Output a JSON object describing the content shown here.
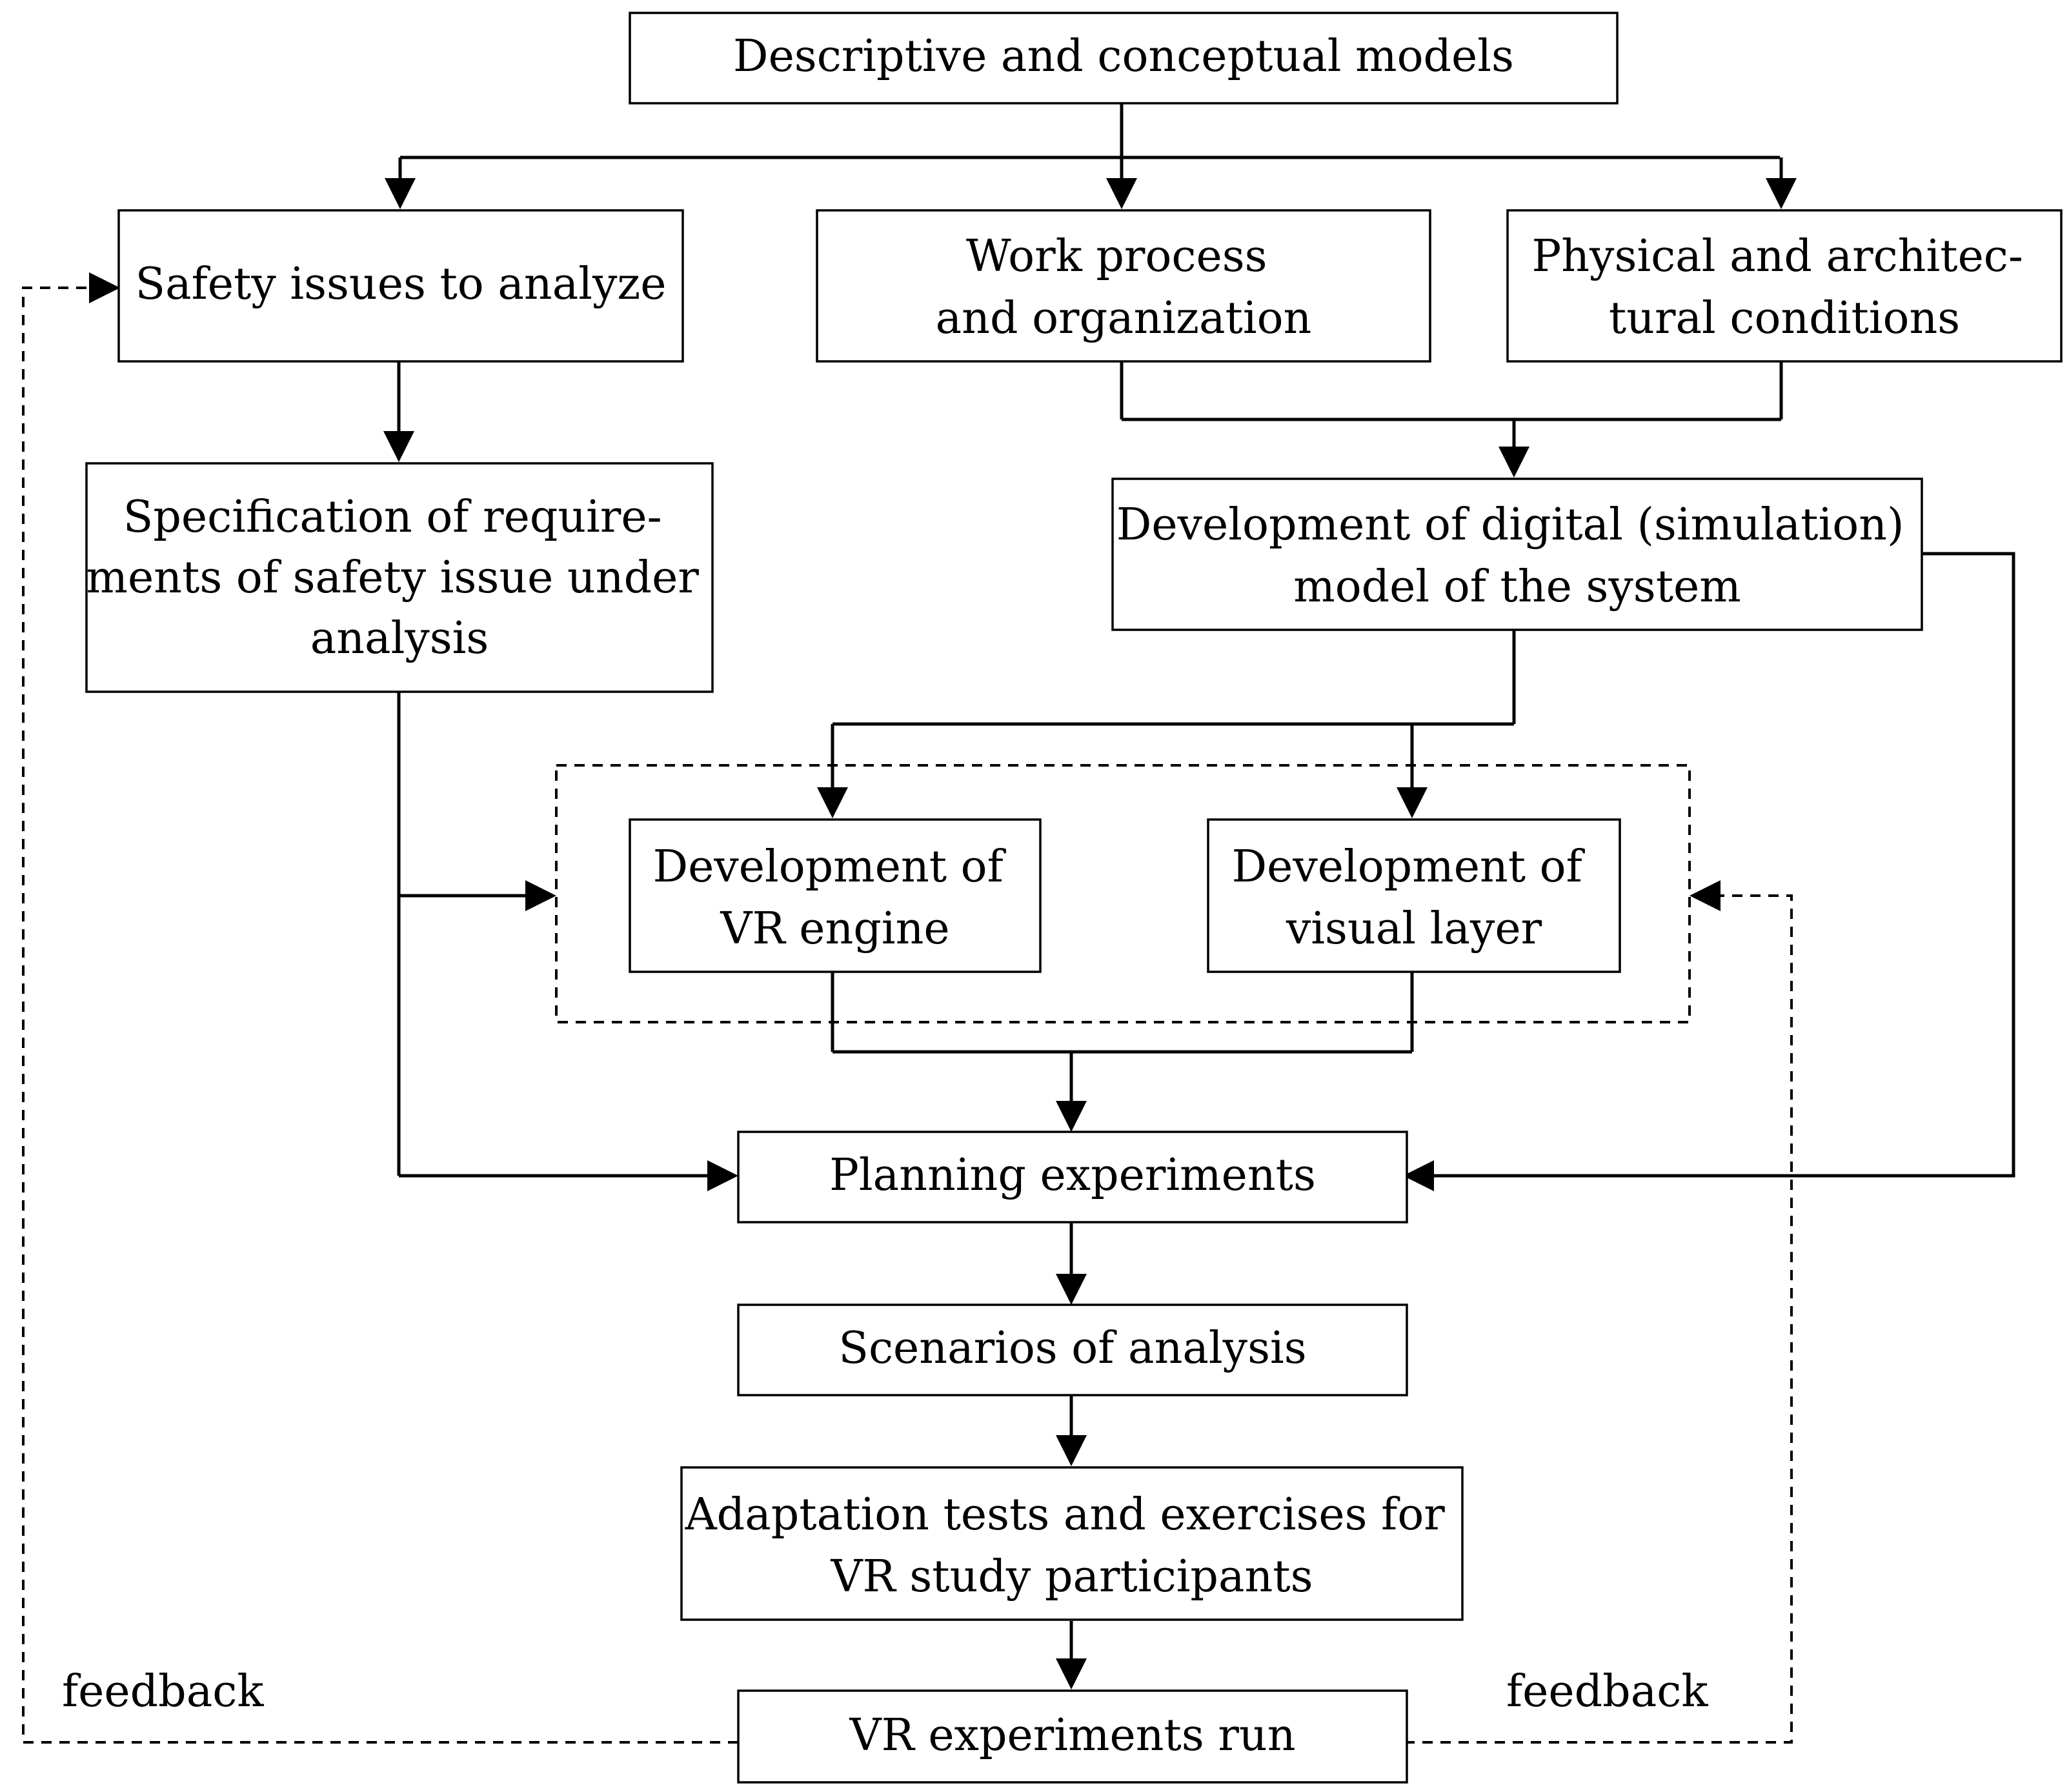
{
  "nodes": {
    "descriptive_models": {
      "lines": [
        "Descriptive and conceptual models"
      ]
    },
    "safety_issues": {
      "lines": [
        "Safety issues to analyze"
      ]
    },
    "work_process": {
      "lines": [
        "Work process",
        "and organization"
      ]
    },
    "physical_conditions": {
      "lines": [
        "Physical and architec-",
        "tural conditions"
      ]
    },
    "specification": {
      "lines": [
        "Specification of require-",
        "ments of safety issue under",
        "analysis"
      ]
    },
    "digital_model": {
      "lines": [
        "Development of digital (simulation)",
        "model of the system"
      ]
    },
    "vr_engine": {
      "lines": [
        "Development of",
        "VR engine"
      ]
    },
    "visual_layer": {
      "lines": [
        "Development of",
        "visual layer"
      ]
    },
    "planning": {
      "lines": [
        "Planning experiments"
      ]
    },
    "scenarios": {
      "lines": [
        "Scenarios of analysis"
      ]
    },
    "adaptation": {
      "lines": [
        "Adaptation tests and exercises for",
        "VR study participants"
      ]
    },
    "vr_run": {
      "lines": [
        "VR experiments run"
      ]
    }
  },
  "labels": {
    "feedback_left": "feedback",
    "feedback_right": "feedback"
  },
  "edges": [
    {
      "from": "descriptive_models",
      "to": "safety_issues",
      "style": "solid"
    },
    {
      "from": "descriptive_models",
      "to": "work_process",
      "style": "solid"
    },
    {
      "from": "descriptive_models",
      "to": "physical_conditions",
      "style": "solid"
    },
    {
      "from": "safety_issues",
      "to": "specification",
      "style": "solid"
    },
    {
      "from": "work_process",
      "to": "digital_model",
      "style": "solid"
    },
    {
      "from": "physical_conditions",
      "to": "digital_model",
      "style": "solid"
    },
    {
      "from": "digital_model",
      "to": "vr_engine",
      "style": "solid"
    },
    {
      "from": "digital_model",
      "to": "visual_layer",
      "style": "solid"
    },
    {
      "from": "specification",
      "to": "vr_group",
      "style": "solid"
    },
    {
      "from": "specification",
      "to": "planning",
      "style": "solid"
    },
    {
      "from": "vr_engine",
      "to": "planning",
      "style": "solid"
    },
    {
      "from": "visual_layer",
      "to": "planning",
      "style": "solid"
    },
    {
      "from": "digital_model",
      "to": "planning",
      "style": "solid"
    },
    {
      "from": "planning",
      "to": "scenarios",
      "style": "solid"
    },
    {
      "from": "scenarios",
      "to": "adaptation",
      "style": "solid"
    },
    {
      "from": "adaptation",
      "to": "vr_run",
      "style": "solid"
    },
    {
      "from": "vr_run",
      "to": "safety_issues",
      "style": "dashed",
      "label": "feedback"
    },
    {
      "from": "vr_run",
      "to": "vr_group",
      "style": "dashed",
      "label": "feedback"
    }
  ]
}
